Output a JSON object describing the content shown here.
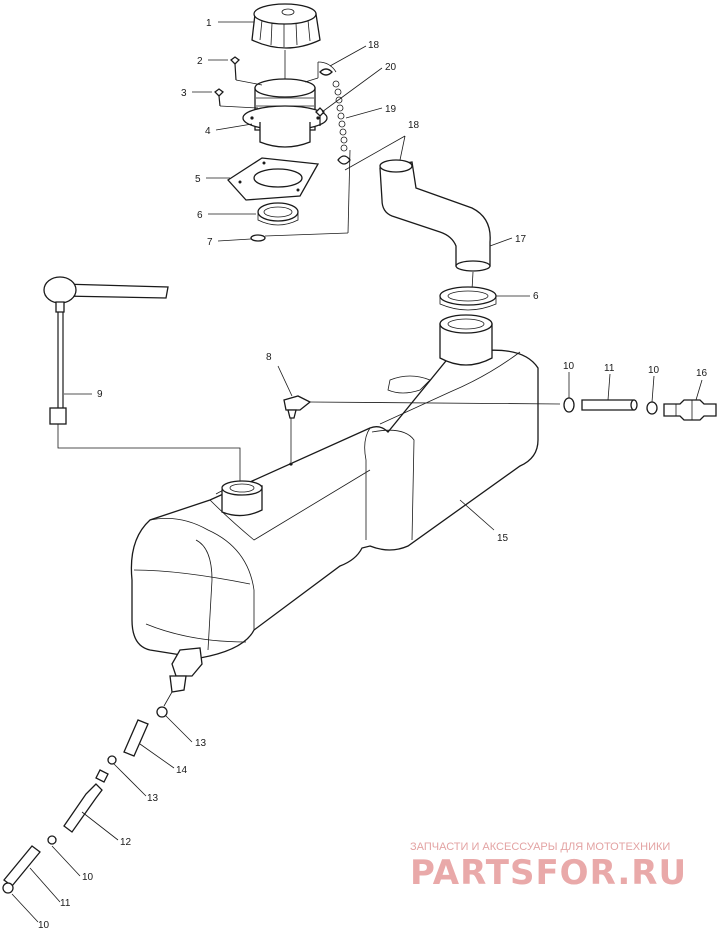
{
  "callouts": [
    {
      "id": "c1",
      "text": "1"
    },
    {
      "id": "c2",
      "text": "2"
    },
    {
      "id": "c3",
      "text": "3"
    },
    {
      "id": "c4",
      "text": "4"
    },
    {
      "id": "c5",
      "text": "5"
    },
    {
      "id": "c6a",
      "text": "6"
    },
    {
      "id": "c7",
      "text": "7"
    },
    {
      "id": "c18a",
      "text": "18"
    },
    {
      "id": "c20",
      "text": "20"
    },
    {
      "id": "c19",
      "text": "19"
    },
    {
      "id": "c18b",
      "text": "18"
    },
    {
      "id": "c17",
      "text": "17"
    },
    {
      "id": "c6b",
      "text": "6"
    },
    {
      "id": "c9",
      "text": "9"
    },
    {
      "id": "c8",
      "text": "8"
    },
    {
      "id": "c10a",
      "text": "10"
    },
    {
      "id": "c11a",
      "text": "11"
    },
    {
      "id": "c10b",
      "text": "10"
    },
    {
      "id": "c16",
      "text": "16"
    },
    {
      "id": "c15",
      "text": "15"
    },
    {
      "id": "c13a",
      "text": "13"
    },
    {
      "id": "c14",
      "text": "14"
    },
    {
      "id": "c13b",
      "text": "13"
    },
    {
      "id": "c12",
      "text": "12"
    },
    {
      "id": "c10c",
      "text": "10"
    },
    {
      "id": "c11b",
      "text": "11"
    },
    {
      "id": "c10d",
      "text": "10"
    }
  ],
  "watermark": {
    "tagline": "ЗАПЧАСТИ И АКСЕССУАРЫ ДЛЯ МОТОТЕХНИКИ",
    "brand": "PARTSFOR.RU"
  }
}
